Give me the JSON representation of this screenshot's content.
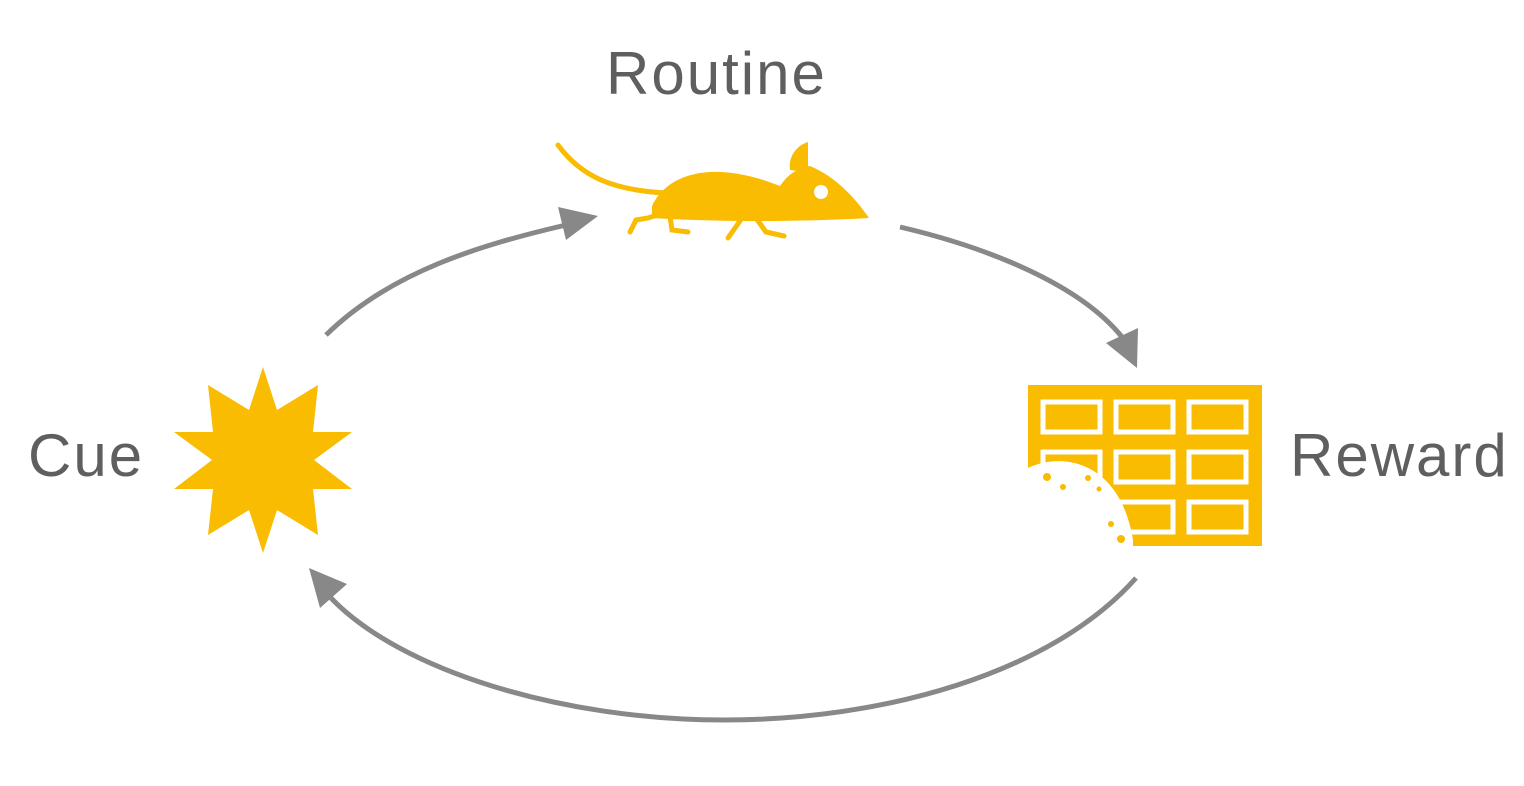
{
  "diagram": {
    "labels": {
      "routine": "Routine",
      "cue": "Cue",
      "reward": "Reward"
    },
    "icons": {
      "cue": "starburst-icon",
      "routine": "mouse-icon",
      "reward": "chocolate-bar-icon"
    },
    "colors": {
      "accent": "#f9bc00",
      "arrow": "#888888",
      "text": "#5f5f5f",
      "background": "#ffffff"
    },
    "flow": [
      "Cue",
      "Routine",
      "Reward",
      "Cue"
    ]
  }
}
